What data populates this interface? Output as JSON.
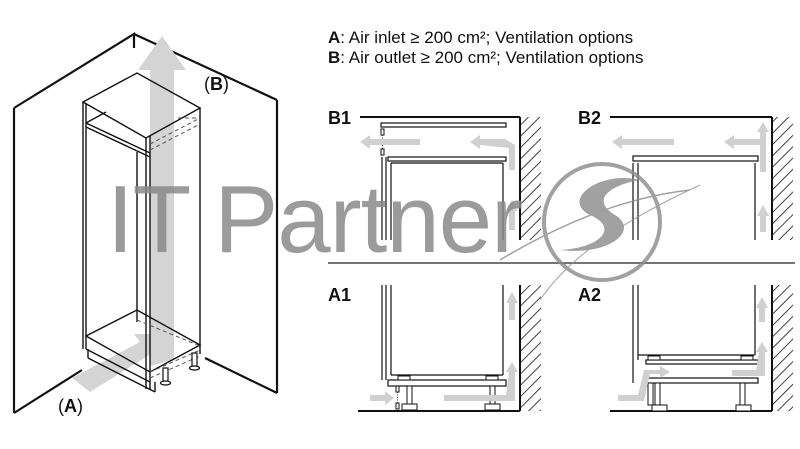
{
  "legend": {
    "items": [
      {
        "key": "A",
        "text": ": Air inlet ≥ 200 cm²; Ventilation options"
      },
      {
        "key": "B",
        "text": ": Air outlet ≥ 200 cm²; Ventilation options"
      }
    ]
  },
  "isometric": {
    "inlet_label_open": "(",
    "inlet_label_key": "A",
    "inlet_label_close": ")",
    "outlet_label_open": "(",
    "outlet_label_key": "B",
    "outlet_label_close": ")"
  },
  "panels": {
    "b1": {
      "label": "B1"
    },
    "b2": {
      "label": "B2"
    },
    "a1": {
      "label": "A1"
    },
    "a2": {
      "label": "A2"
    }
  },
  "watermark": {
    "text": "IT Partner",
    "color": "#8a8a8a"
  },
  "colors": {
    "line": "#111111",
    "airflow_arrow": "#cfcfcf",
    "watermark": "#8a8a8a"
  }
}
